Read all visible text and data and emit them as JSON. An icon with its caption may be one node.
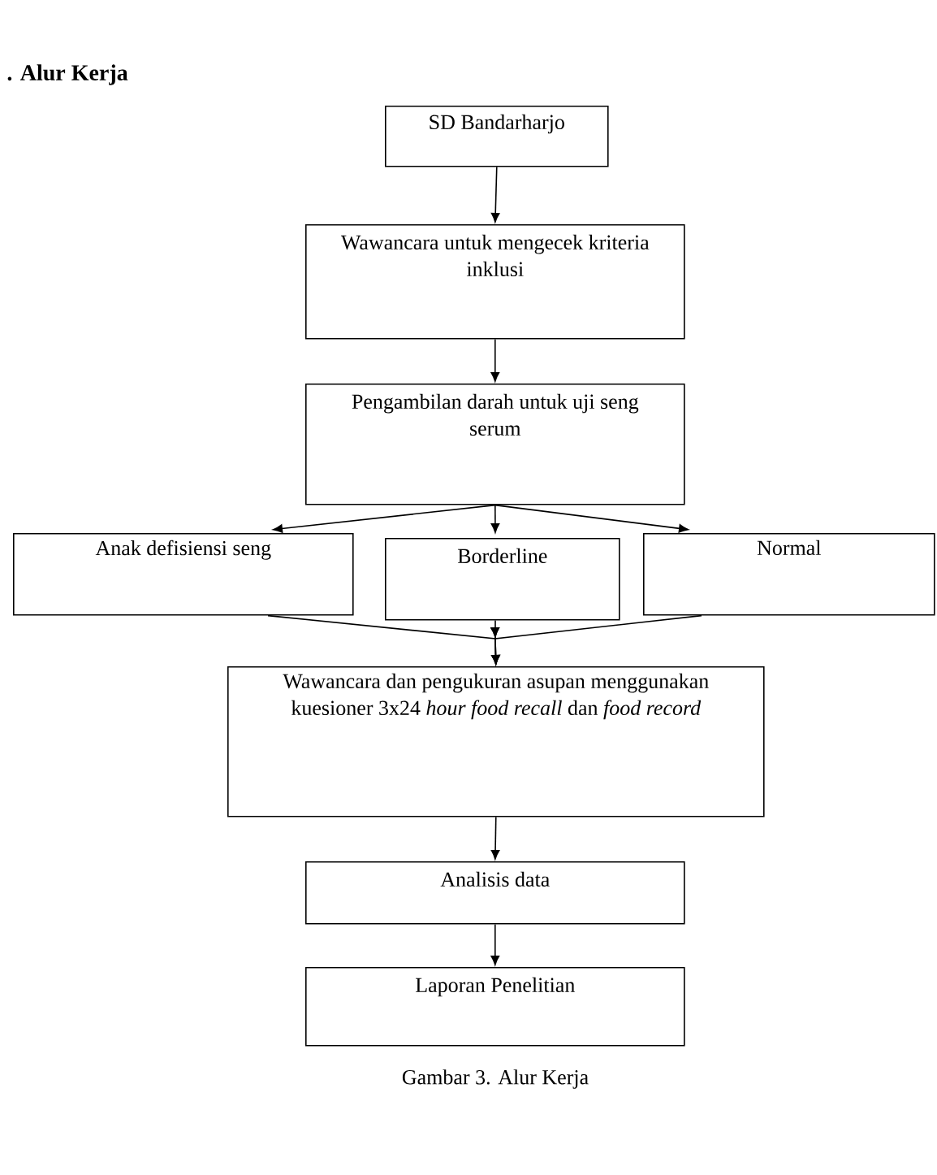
{
  "diagram": {
    "title": ". Alur Kerja",
    "caption": "Gambar 3. Alur Kerja",
    "nodes": [
      {
        "text": [
          "SD Bandarharjo"
        ]
      },
      {
        "text": [
          "Wawancara untuk mengecek kriteria inklusi"
        ]
      },
      {
        "text": [
          "Pengambilan darah untuk uji seng serum"
        ]
      },
      {
        "text": [
          "Anak defisiensi seng"
        ]
      },
      {
        "text": [
          "Borderline"
        ]
      },
      {
        "text": [
          "Normal"
        ]
      },
      {
        "text": [
          "Wawancara dan pengukuran asupan menggunakan kuesioner 3x24 *hour food recall* dan  *food record*"
        ]
      },
      {
        "text": [
          "Analisis data"
        ]
      },
      {
        "text": [
          "Laporan Penelitian"
        ]
      }
    ],
    "edges": [
      {
        "from": 0,
        "to": 1,
        "arrow": "to"
      },
      {
        "from": 1,
        "to": 2,
        "arrow": "to"
      },
      {
        "from": 2,
        "to": 3,
        "arrow": "to"
      },
      {
        "from": 2,
        "to": 4,
        "arrow": "to"
      },
      {
        "from": 2,
        "to": 5,
        "arrow": "to"
      },
      {
        "from": 3,
        "to": 6,
        "arrow": "to"
      },
      {
        "from": 4,
        "to": 6,
        "arrow": "to"
      },
      {
        "from": 5,
        "to": 6,
        "arrow": "to"
      },
      {
        "from": 6,
        "to": 7,
        "arrow": "to"
      },
      {
        "from": 7,
        "to": 8,
        "arrow": "to"
      }
    ]
  }
}
